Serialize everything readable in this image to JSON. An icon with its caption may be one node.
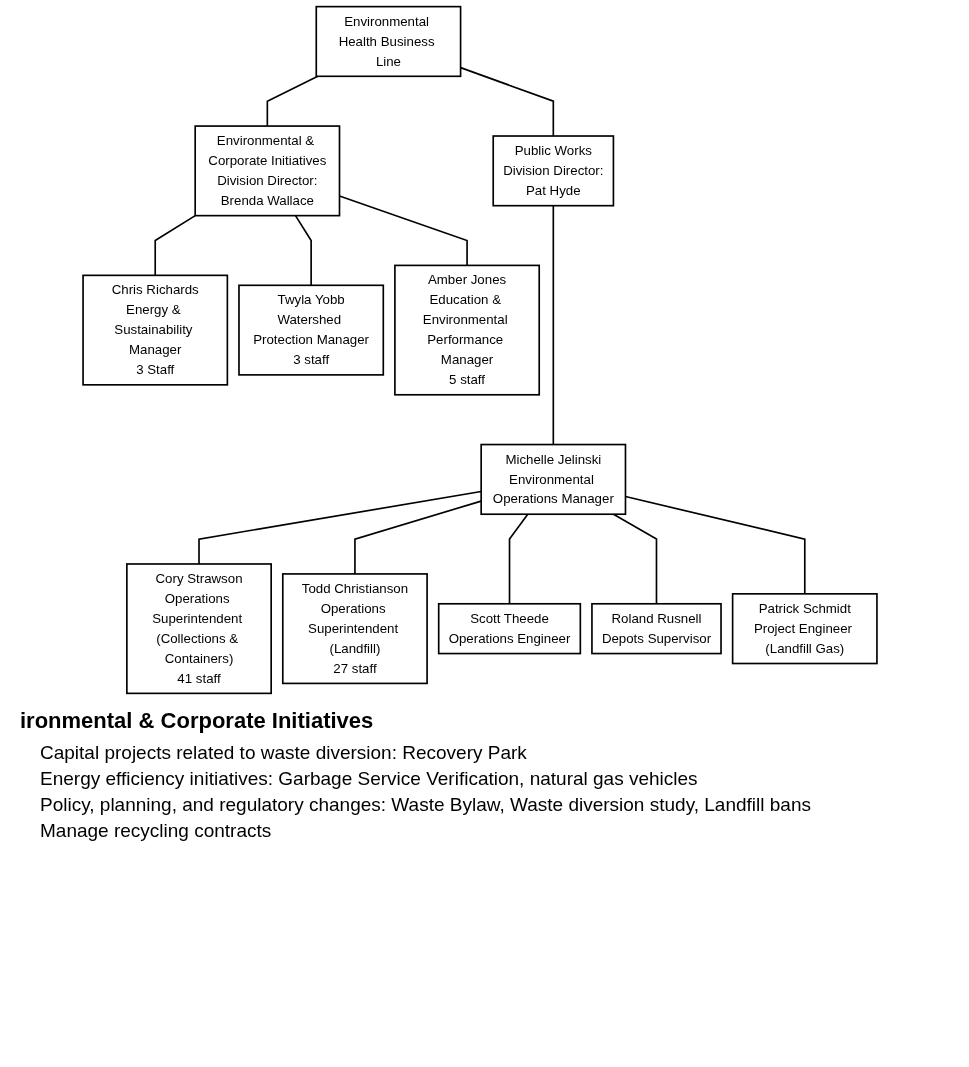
{
  "diagram": {
    "nodes": [
      {
        "text": [
          "Environmental Health Business Line"
        ]
      },
      {
        "text": [
          "Environmental & Corporate Initiatives",
          "Division Director:",
          "Brenda Wallace"
        ]
      },
      {
        "text": [
          "Public Works",
          "Division Director:",
          "Pat Hyde"
        ]
      },
      {
        "text": [
          "Amber Jones",
          "Education & Environmental Performance Manager",
          "5 staff"
        ]
      },
      {
        "text": [
          "Twyla Yobb",
          "Watershed Protection Manager",
          "3 staff"
        ]
      },
      {
        "text": [
          "Chris Richards",
          "Energy & Sustainability Manager",
          "3 Staff"
        ]
      },
      {
        "text": [
          "Michelle Jelinski",
          "Environmental Operations Manager"
        ]
      },
      {
        "text": [
          "Cory Strawson",
          "Operations Superintendent (Collections & Containers)",
          "41 staff"
        ]
      },
      {
        "text": [
          "Todd Christianson",
          "Operations Superintendent (Landfill)",
          "27 staff"
        ]
      },
      {
        "text": [
          "Scott Theede",
          "Operations Engineer"
        ]
      },
      {
        "text": [
          "Roland Rusnell",
          "Depots Supervisor"
        ]
      },
      {
        "text": [
          "Patrick Schmidt",
          "Project Engineer (Landfill Gas)"
        ]
      }
    ],
    "edges": [
      {
        "from": 0,
        "to": 1,
        "arrow": "none"
      },
      {
        "from": 0,
        "to": 2,
        "arrow": "none"
      },
      {
        "from": 1,
        "to": 3,
        "arrow": "none"
      },
      {
        "from": 1,
        "to": 4,
        "arrow": "none"
      },
      {
        "from": 1,
        "to": 5,
        "arrow": "none"
      },
      {
        "from": 2,
        "to": 6,
        "arrow": "none"
      },
      {
        "from": 6,
        "to": 7,
        "arrow": "none"
      },
      {
        "from": 6,
        "to": 8,
        "arrow": "none"
      },
      {
        "from": 6,
        "to": 9,
        "arrow": "none"
      },
      {
        "from": 6,
        "to": 10,
        "arrow": "none"
      },
      {
        "from": 6,
        "to": 11,
        "arrow": "none"
      }
    ],
    "labels": [
      "ironmental & Corporate Initiatives",
      "Capital projects related to waste diversion: Recovery Park",
      "Energy efficiency initiatives:  Garbage Service Verification, natural gas vehicles",
      "Policy, planning, and regulatory changes: Waste Bylaw, Waste diversion study, Landfill bans",
      "Manage recycling contracts"
    ]
  }
}
